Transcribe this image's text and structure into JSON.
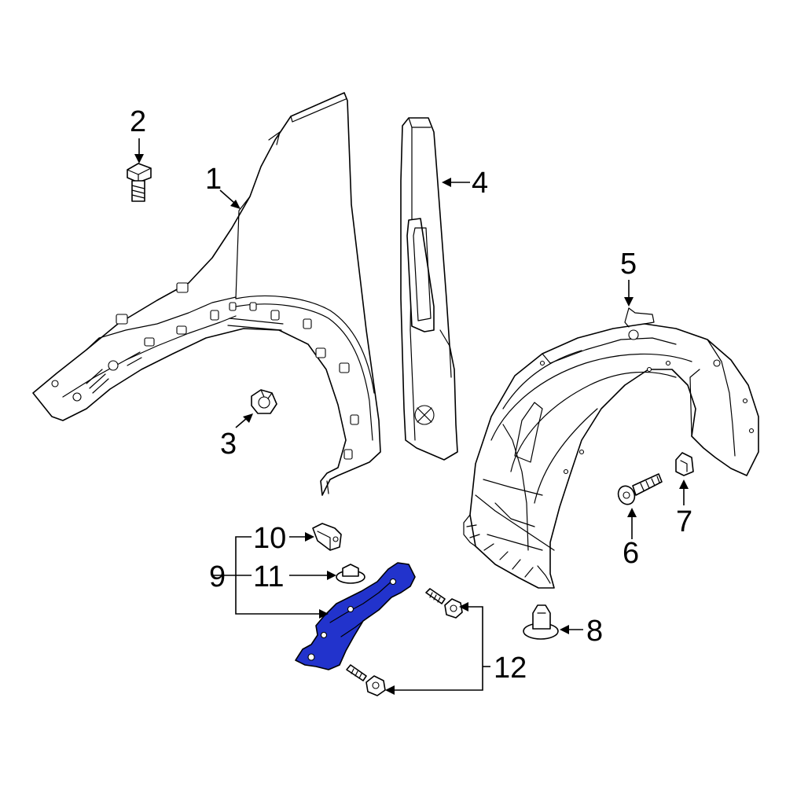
{
  "callouts": {
    "c1": "1",
    "c2": "2",
    "c3": "3",
    "c4": "4",
    "c5": "5",
    "c6": "6",
    "c7": "7",
    "c8": "8",
    "c9": "9",
    "c10": "10",
    "c11": "11",
    "c12": "12"
  },
  "colors": {
    "highlight": "#2233cc",
    "line": "#000000",
    "background": "#ffffff"
  }
}
